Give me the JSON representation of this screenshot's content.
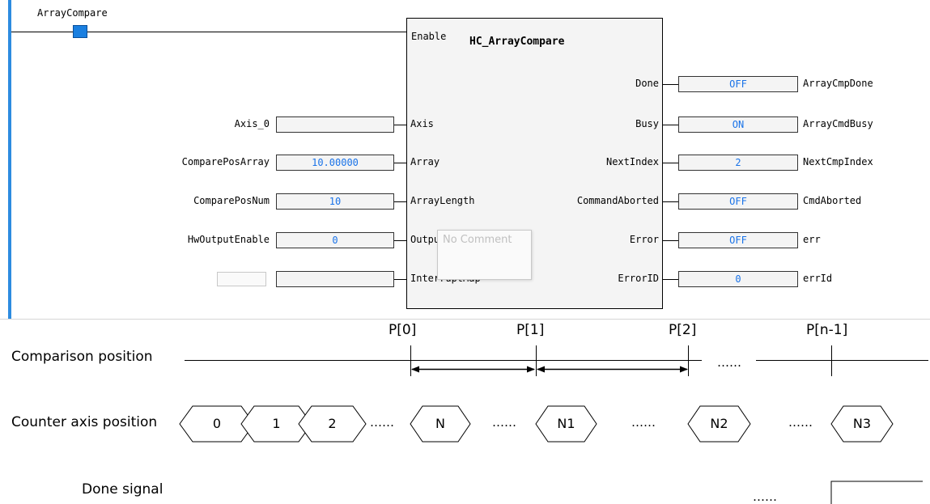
{
  "ladder": {
    "contact_label": "ArrayCompare",
    "block": {
      "name": "HC_ArrayCompare",
      "enable_label": "Enable",
      "inputs": [
        {
          "pin": "Axis",
          "var": "Axis_0",
          "value": ""
        },
        {
          "pin": "Array",
          "var": "ComparePosArray",
          "value": "10.00000"
        },
        {
          "pin": "ArrayLength",
          "var": "ComparePosNum",
          "value": "10"
        },
        {
          "pin": "OutputEnable",
          "var": "HwOutputEnable",
          "value": "0"
        },
        {
          "pin": "InterruptMap",
          "var": "",
          "value": ""
        }
      ],
      "outputs": [
        {
          "pin": "Done",
          "var": "ArrayCmpDone",
          "value": "OFF"
        },
        {
          "pin": "Busy",
          "var": "ArrayCmdBusy",
          "value": "ON"
        },
        {
          "pin": "NextIndex",
          "var": "NextCmpIndex",
          "value": "2"
        },
        {
          "pin": "CommandAborted",
          "var": "CmdAborted",
          "value": "OFF"
        },
        {
          "pin": "Error",
          "var": "err",
          "value": "OFF"
        },
        {
          "pin": "ErrorID",
          "var": "errId",
          "value": "0"
        }
      ],
      "ghost_comment": "No Comment"
    },
    "colors": {
      "rail": "#2d8be0",
      "value_text": "#1a73e8",
      "contact": "#1a7fe0"
    }
  },
  "timing": {
    "row_labels": {
      "comparison": "Comparison position",
      "counter": "Counter axis position",
      "done": "Done signal"
    },
    "positions": [
      "P[0]",
      "P[1]",
      "P[2]",
      "P[n-1]"
    ],
    "counter_values": [
      "0",
      "1",
      "2",
      "N",
      "N1",
      "N2",
      "N3"
    ],
    "ellipsis": "……"
  }
}
